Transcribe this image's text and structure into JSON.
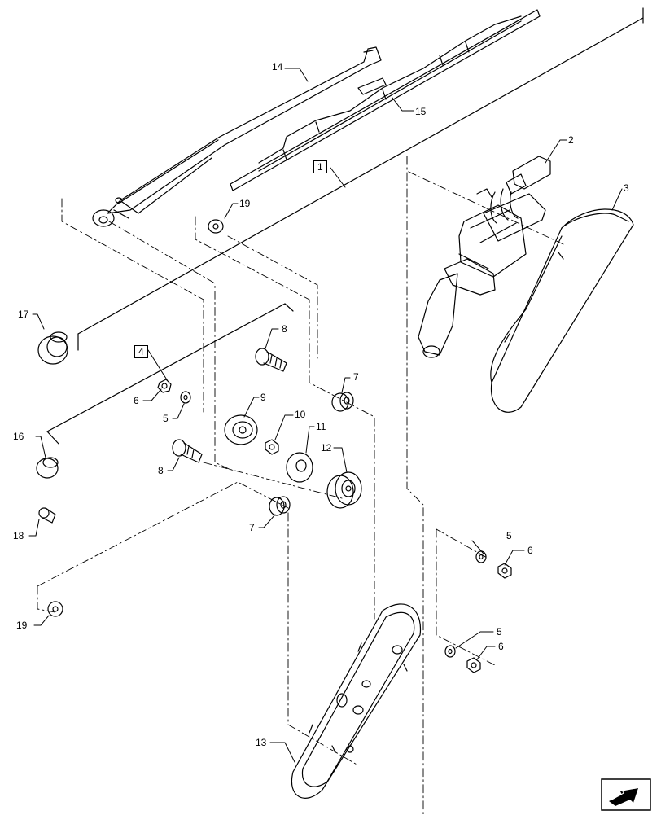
{
  "parts": [
    {
      "id": "lbl-14",
      "text": "14"
    },
    {
      "id": "lbl-15",
      "text": "15"
    },
    {
      "id": "lbl-1",
      "text": "1",
      "boxed": true
    },
    {
      "id": "lbl-2",
      "text": "2"
    },
    {
      "id": "lbl-3",
      "text": "3"
    },
    {
      "id": "lbl-19a",
      "text": "19"
    },
    {
      "id": "lbl-17",
      "text": "17"
    },
    {
      "id": "lbl-4",
      "text": "4",
      "boxed": true
    },
    {
      "id": "lbl-8a",
      "text": "8"
    },
    {
      "id": "lbl-7a",
      "text": "7"
    },
    {
      "id": "lbl-6a",
      "text": "6"
    },
    {
      "id": "lbl-5a",
      "text": "5"
    },
    {
      "id": "lbl-9",
      "text": "9"
    },
    {
      "id": "lbl-10",
      "text": "10"
    },
    {
      "id": "lbl-11",
      "text": "11"
    },
    {
      "id": "lbl-12",
      "text": "12"
    },
    {
      "id": "lbl-16",
      "text": "16"
    },
    {
      "id": "lbl-8b",
      "text": "8"
    },
    {
      "id": "lbl-7b",
      "text": "7"
    },
    {
      "id": "lbl-18",
      "text": "18"
    },
    {
      "id": "lbl-5b",
      "text": "5"
    },
    {
      "id": "lbl-6b",
      "text": "6"
    },
    {
      "id": "lbl-19b",
      "text": "19"
    },
    {
      "id": "lbl-5c",
      "text": "5"
    },
    {
      "id": "lbl-6c",
      "text": "6"
    },
    {
      "id": "lbl-13",
      "text": "13"
    }
  ],
  "icons": {
    "nav": "next-page-arrow-icon"
  }
}
